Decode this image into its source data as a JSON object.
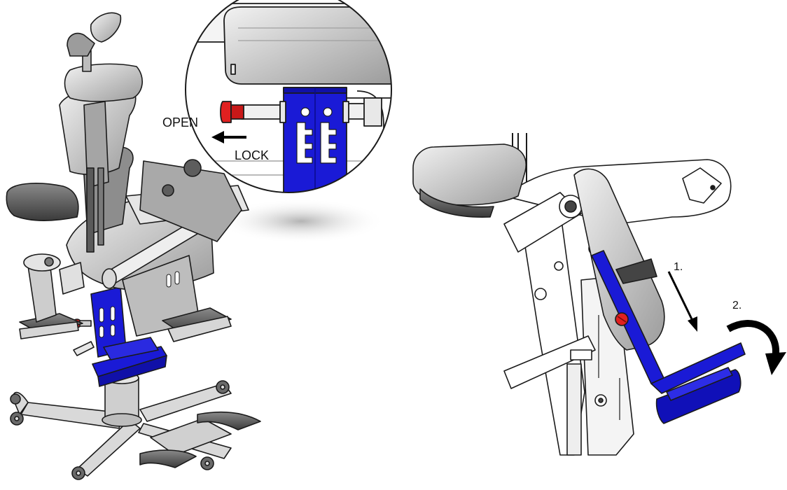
{
  "labels": {
    "open": "OPEN",
    "lock": "LOCK",
    "step1": "1.",
    "step2": "2."
  },
  "colors": {
    "highlight_blue": "#1a1ad6",
    "release_red": "#e02020",
    "body_gray": "#cfcfcf",
    "outline": "#1b1b1b",
    "arrow": "#000000"
  },
  "icons": {
    "open_arrow": "arrow-left-icon",
    "step1_arrow": "arrow-down-icon",
    "step2_arrow": "rotate-clockwise-icon"
  }
}
